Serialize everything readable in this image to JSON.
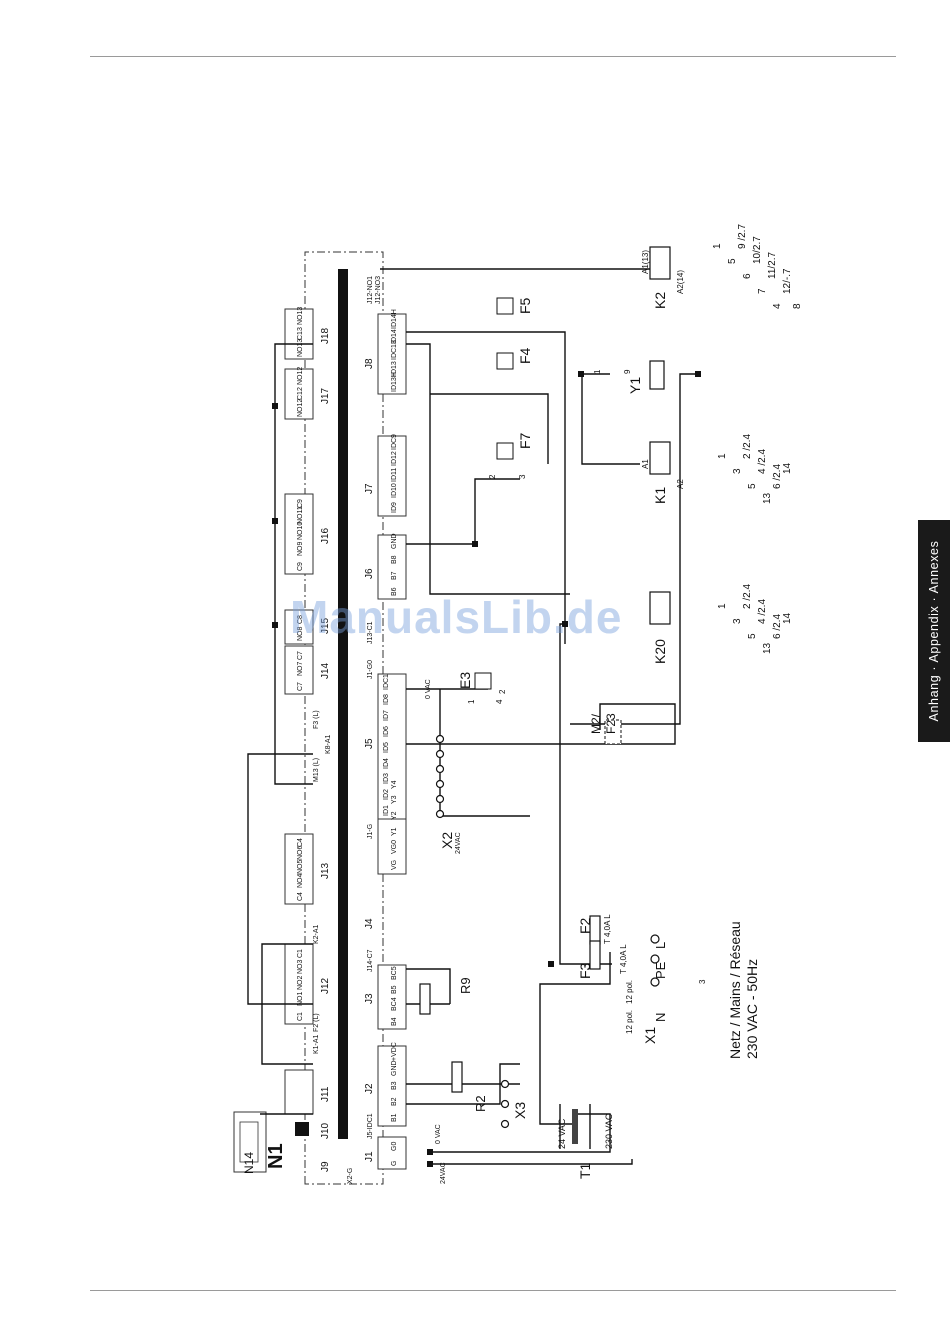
{
  "page": {
    "side_tab": "Anhang · Appendix · Annexes",
    "watermark": "ManualsLib.de"
  },
  "diagram": {
    "controller_label": "N1",
    "display_label": "N14",
    "connectors_top": [
      "J10",
      "J11",
      "J12",
      "J13",
      "J14",
      "J15",
      "J16",
      "J17",
      "J18",
      "J9"
    ],
    "connectors_bottom": [
      "J1",
      "J2",
      "J3",
      "J4",
      "J5",
      "J6",
      "J7",
      "J8"
    ],
    "j1_pins": [
      "G",
      "G0"
    ],
    "j2_pins": [
      "B1",
      "B2",
      "B3",
      "GND",
      "+VDC"
    ],
    "j3_pins": [
      "B4",
      "BC4",
      "B5",
      "BC5"
    ],
    "j4_pins": [
      "VG",
      "VG0",
      "Y1",
      "Y2",
      "Y3",
      "Y4"
    ],
    "j5_pins": [
      "ID1",
      "ID2",
      "ID3",
      "ID4",
      "ID5",
      "ID6",
      "ID7",
      "ID8",
      "IDC1"
    ],
    "j6_pins": [
      "B6",
      "B7",
      "B8",
      "GND"
    ],
    "j7_pins": [
      "ID9",
      "ID10",
      "ID11",
      "ID12",
      "IDC9"
    ],
    "j8_pins": [
      "ID13H",
      "ID13",
      "IDC13",
      "ID14",
      "ID14H"
    ],
    "j12_pins": [
      "C1",
      "NO1",
      "NO2",
      "NO3",
      "C1"
    ],
    "j13_pins": [
      "C4",
      "NO4",
      "NO5",
      "NO6",
      "C4"
    ],
    "j14_pins": [
      "C7",
      "NO7",
      "C7"
    ],
    "j15_pins": [
      "NO8",
      "C8"
    ],
    "j16_pins": [
      "C9",
      "NO9",
      "NO10",
      "NO11",
      "C9"
    ],
    "j17_pins": [
      "NO12",
      "C12",
      "NO12"
    ],
    "j18_pins": [
      "NO13",
      "C13",
      "NO13"
    ],
    "bus_labels": [
      "X2-G",
      "J5-IDC1",
      "K1-A1",
      "F2 (L)",
      "K2-A1",
      "M13 (L)",
      "K8-A1",
      "F3 (L)",
      "J1-G",
      "J14-C7",
      "J1-G0",
      "J13-C1",
      "J12-NO1",
      "J12-NO3"
    ],
    "voltage_labels": [
      "24VAC",
      "0 VAC",
      "24VAC",
      "0 VAC"
    ],
    "components": [
      "R2",
      "R9",
      "X3",
      "X2",
      "E3",
      "M2/",
      "F23",
      "F2",
      "F3",
      "X1",
      "T1",
      "K20",
      "K1",
      "K2",
      "Y1",
      "F4",
      "F5",
      "F7",
      "L",
      "PE",
      "N"
    ],
    "fuse_rating": "T 4,0A L",
    "fuse_rating_2": "T 4,0A L",
    "terminal_label": "12 pol.",
    "terminal_label_2": "12 pol.",
    "transformer_secondary": "24 VAC",
    "transformer_primary": "230 VAC",
    "k1_contacts": [
      "1",
      "2 /2.4",
      "3",
      "4 /2.4",
      "5",
      "6 /2.4",
      "13",
      "14"
    ],
    "k20_contacts": [
      "1",
      "2 /2.4",
      "3",
      "4 /2.4",
      "5",
      "6 /2.4",
      "13",
      "14"
    ],
    "k2_contacts": [
      "1",
      "9 /2.7",
      "5",
      "10/2.7",
      "6",
      "11/2.7",
      "7",
      "12/-.7",
      "4",
      "8"
    ],
    "coil_labels": [
      "A1",
      "A2",
      "A1(13)",
      "A2(14)"
    ],
    "switch_numbers": [
      "1",
      "2",
      "4",
      "9",
      "1",
      "2",
      "3"
    ],
    "mains_label_1": "Netz / Mains / Réseau",
    "mains_label_2": "230 VAC - 50Hz",
    "cable_count": "3"
  }
}
